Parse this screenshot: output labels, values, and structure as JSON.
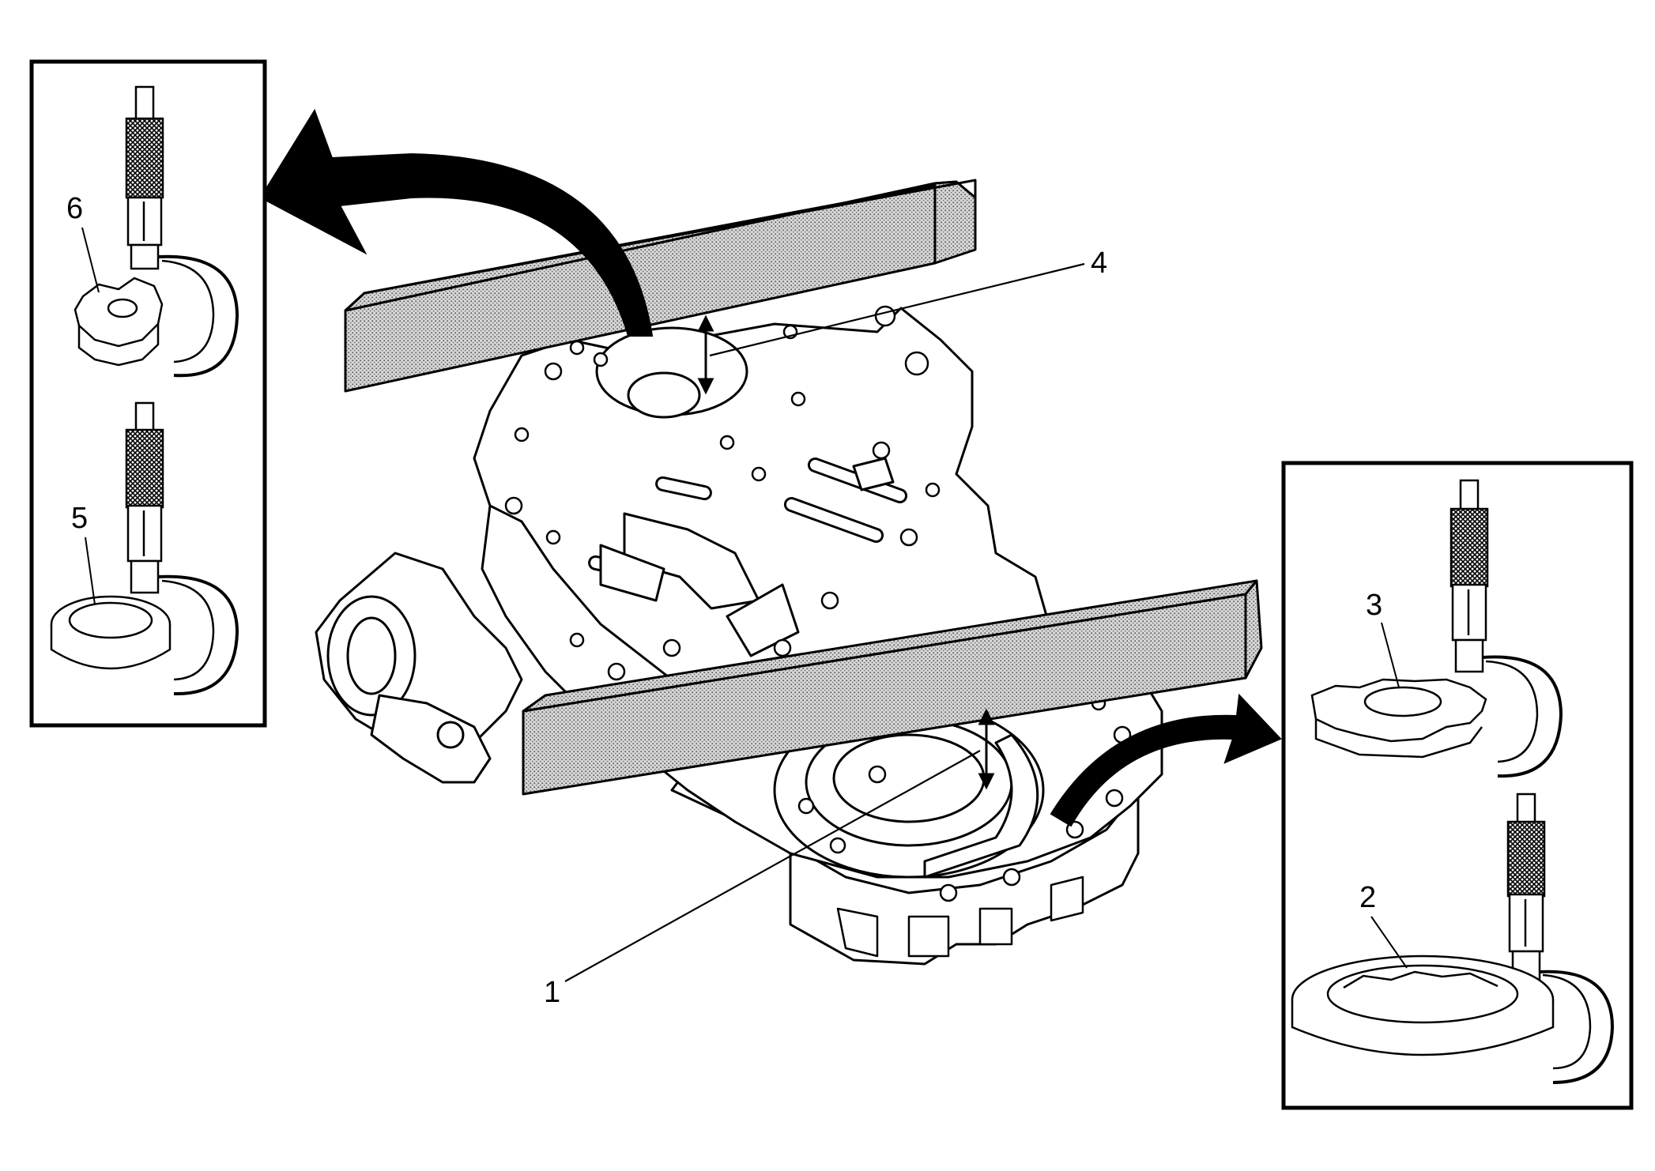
{
  "colors": {
    "line": "#000000",
    "paper": "#ffffff",
    "bar_stipple": "#9a9a9a"
  },
  "callouts": [
    {
      "id": "1",
      "label": "1"
    },
    {
      "id": "2",
      "label": "2"
    },
    {
      "id": "3",
      "label": "3"
    },
    {
      "id": "4",
      "label": "4"
    },
    {
      "id": "5",
      "label": "5"
    },
    {
      "id": "6",
      "label": "6"
    }
  ]
}
